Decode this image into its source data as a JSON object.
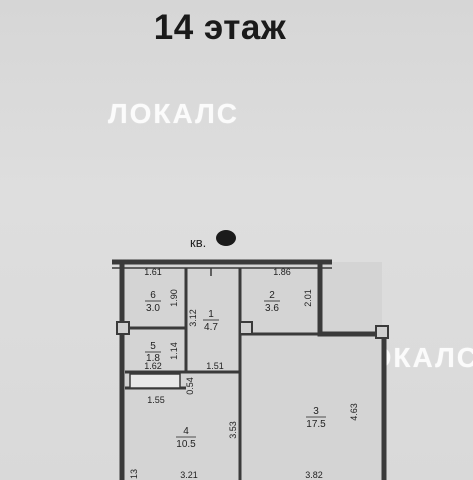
{
  "floor_title": "14 этаж",
  "watermark_text": "ЛОКАЛС",
  "apartment_label": "кв.",
  "rooms": [
    {
      "number": "1",
      "area": "4.7"
    },
    {
      "number": "2",
      "area": "3.6"
    },
    {
      "number": "3",
      "area": "17.5"
    },
    {
      "number": "4",
      "area": "10.5"
    },
    {
      "number": "5",
      "area": "1.8"
    },
    {
      "number": "6",
      "area": "3.0"
    }
  ],
  "dimensions": [
    "1.61",
    "1.86",
    "1.90",
    "3.12",
    "2.01",
    "1.14",
    "1.62",
    "1.51",
    "0.54",
    "1.55",
    "3.53",
    "4.63",
    "3.21",
    "3.82",
    "13"
  ],
  "colors": {
    "wall": "#3a3a3a",
    "interior": "#d2d2d2",
    "text": "#222222",
    "watermark": "#ffffff"
  }
}
